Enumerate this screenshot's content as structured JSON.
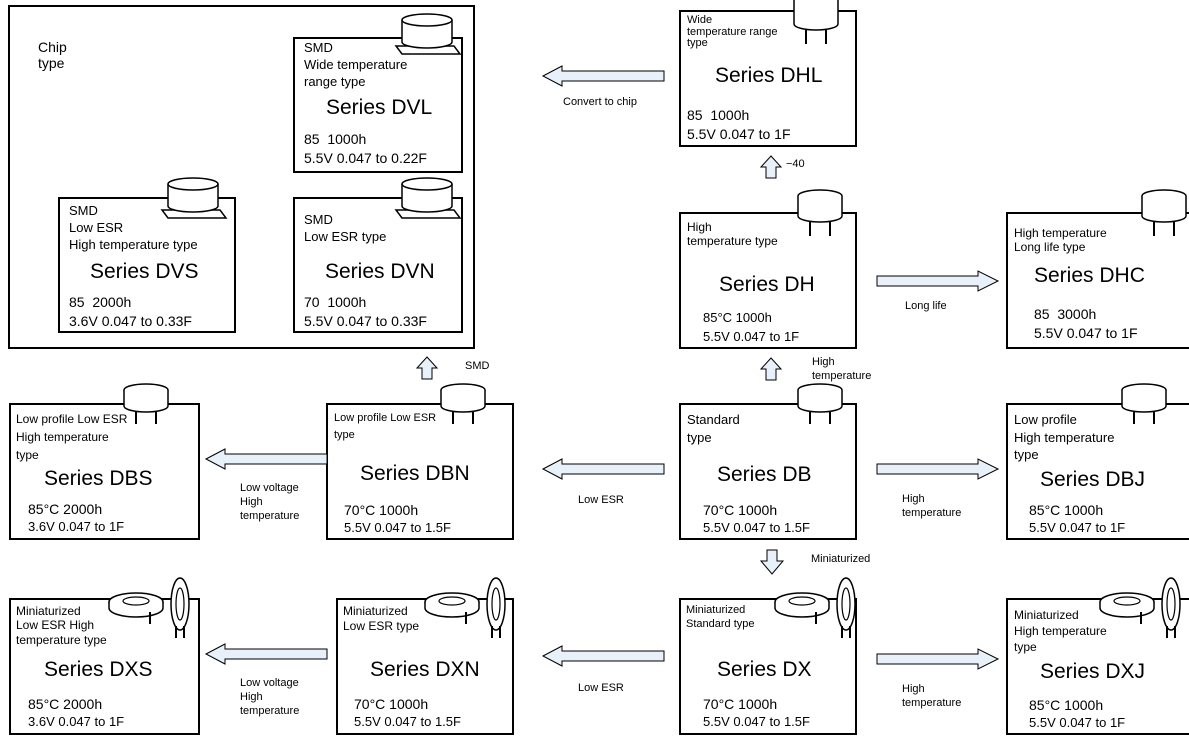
{
  "chip_group": {
    "label": "Chip\ntype"
  },
  "series": {
    "dvl": {
      "desc": "SMD\nWide temperature\nrange type",
      "name": "Series DVL",
      "spec1": "85  1000h",
      "spec2": "5.5V 0.047 to 0.22F"
    },
    "dvs": {
      "desc": "SMD\nLow ESR\nHigh temperature type",
      "name": "Series DVS",
      "spec1": "85  2000h",
      "spec2": "3.6V 0.047 to 0.33F"
    },
    "dvn": {
      "desc": "SMD\nLow ESR type",
      "name": "Series DVN",
      "spec1": "70  1000h",
      "spec2": "5.5V 0.047 to 0.33F"
    },
    "dhl": {
      "desc": "Wide\ntemperature range\ntype",
      "name": "Series DHL",
      "spec1": "85  1000h",
      "spec2": "5.5V 0.047 to 1F"
    },
    "dh": {
      "desc": "High\ntemperature type",
      "name": "Series  DH",
      "spec1": "85°C 1000h",
      "spec2": "5.5V 0.047 to 1F"
    },
    "dhc": {
      "desc": "High temperature\nLong life type",
      "name": "Series DHC",
      "spec1": "85  3000h",
      "spec2": "5.5V 0.047 to 1F"
    },
    "dbs": {
      "desc": "Low profile Low ESR\nHigh temperature\ntype",
      "name": "Series  DBS",
      "spec1": "85°C 2000h",
      "spec2": "3.6V 0.047 to 1F"
    },
    "dbn": {
      "desc": "Low profile Low ESR\ntype",
      "name": "Series  DBN",
      "spec1": "70°C 1000h",
      "spec2": "5.5V 0.047 to 1.5F"
    },
    "db": {
      "desc": "Standard\ntype",
      "name": "Series  DB",
      "spec1": "70°C 1000h",
      "spec2": "5.5V 0.047 to 1.5F"
    },
    "dbj": {
      "desc": "Low profile\nHigh temperature\ntype",
      "name": "Series  DBJ",
      "spec1": "85°C 1000h",
      "spec2": "5.5V 0.047 to 1F"
    },
    "dxs": {
      "desc": "Miniaturized\nLow ESR High\ntemperature type",
      "name": "Series  DXS",
      "spec1": "85°C 2000h",
      "spec2": "3.6V 0.047 to 1F"
    },
    "dxn": {
      "desc": "Miniaturized\nLow ESR type",
      "name": "Series  DXN",
      "spec1": "70°C 1000h",
      "spec2": "5.5V 0.047 to 1.5F"
    },
    "dx": {
      "desc": "Miniaturized\nStandard type",
      "name": "Series  DX",
      "spec1": "70°C 1000h",
      "spec2": "5.5V 0.047 to 1.5F"
    },
    "dxj": {
      "desc": "Miniaturized\nHigh temperature\ntype",
      "name": "Series  DXJ",
      "spec1": "85°C 1000h",
      "spec2": "5.5V 0.047 to 1F"
    }
  },
  "arrows": {
    "convert_to_chip": "Convert to chip",
    "minus40": "−40",
    "long_life": "Long life",
    "high_temp_up": "High\ntemperature",
    "smd": "SMD",
    "low_esr_db": "Low ESR",
    "low_volt_dbs": "Low voltage\nHigh\ntemperature",
    "high_temp_dbj": "High\ntemperature",
    "miniaturized": "Miniaturized",
    "low_esr_dx": "Low ESR",
    "low_volt_dxs": "Low voltage\nHigh\ntemperature",
    "high_temp_dxj": "High\ntemperature"
  },
  "colors": {
    "arrow_fill": "#e8f1fa",
    "line": "#000000"
  }
}
